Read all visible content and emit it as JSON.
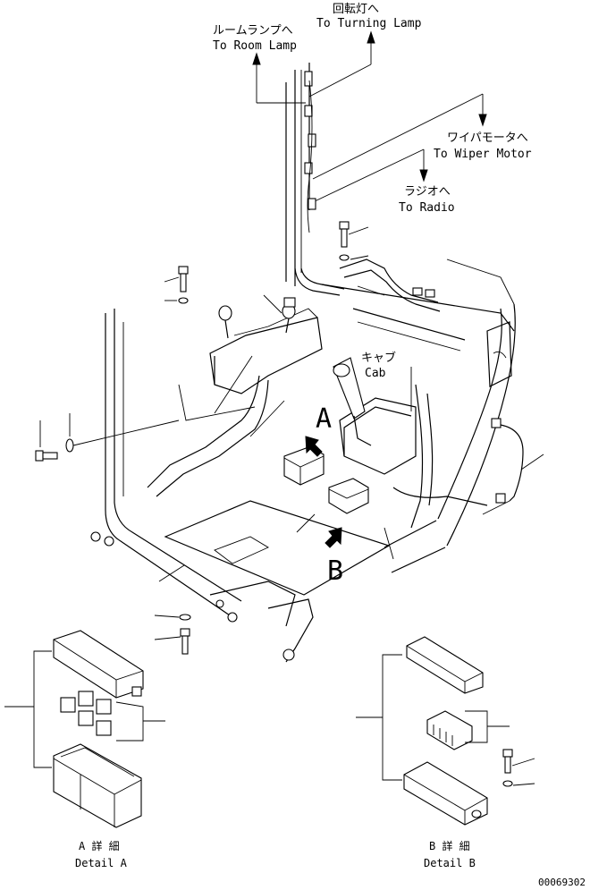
{
  "labels": {
    "room_lamp_jp": "ルームランプへ",
    "room_lamp_en": "To Room Lamp",
    "turning_lamp_jp": "回転灯へ",
    "turning_lamp_en": "To Turning Lamp",
    "wiper_motor_jp": "ワイパモータへ",
    "wiper_motor_en": "To Wiper Motor",
    "radio_jp": "ラジオへ",
    "radio_en": "To Radio",
    "cab_jp": "キャブ",
    "cab_en": "Cab",
    "marker_a": "A",
    "marker_b": "B",
    "detail_a_jp": "A 詳 細",
    "detail_a_en": "Detail A",
    "detail_b_jp": "B 詳 細",
    "detail_b_en": "Detail B",
    "drawing_number": "00069302"
  }
}
